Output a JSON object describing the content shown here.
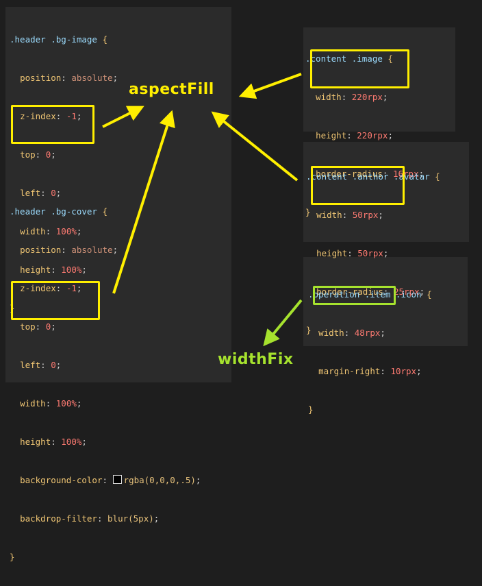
{
  "labels": {
    "aspect_fill": "aspectFill",
    "width_fix": "widthFix"
  },
  "colors": {
    "highlight_yellow": "#ffef00",
    "highlight_green": "#a6e22e"
  },
  "blocks": {
    "bg_image": {
      "selector": ".header .bg-image",
      "brace_open": "{",
      "brace_close": "}",
      "lines": [
        {
          "prop": "position",
          "value": "absolute"
        },
        {
          "prop": "z-index",
          "value": "-1"
        },
        {
          "prop": "top",
          "value": "0"
        },
        {
          "prop": "left",
          "value": "0"
        },
        {
          "prop": "width",
          "value": "100%"
        },
        {
          "prop": "height",
          "value": "100%"
        }
      ]
    },
    "bg_cover": {
      "selector": ".header .bg-cover",
      "brace_open": "{",
      "brace_close": "}",
      "lines": [
        {
          "prop": "position",
          "value": "absolute"
        },
        {
          "prop": "z-index",
          "value": "-1"
        },
        {
          "prop": "top",
          "value": "0"
        },
        {
          "prop": "left",
          "value": "0"
        },
        {
          "prop": "width",
          "value": "100%"
        },
        {
          "prop": "height",
          "value": "100%"
        },
        {
          "prop": "background-color",
          "value": "rgba(0,0,0,.5)"
        },
        {
          "prop": "backdrop-filter",
          "value": "blur(5px)"
        }
      ]
    },
    "content_image": {
      "selector": ".content .image",
      "brace_open": "{",
      "brace_close": "}",
      "lines": [
        {
          "prop": "width",
          "value": "220rpx"
        },
        {
          "prop": "height",
          "value": "220rpx"
        },
        {
          "prop": "border-radius",
          "value": "16rpx"
        }
      ]
    },
    "avatar": {
      "selector": ".content .anthor .avatar",
      "brace_open": "{",
      "brace_close": "}",
      "lines": [
        {
          "prop": "width",
          "value": "50rpx"
        },
        {
          "prop": "height",
          "value": "50rpx"
        },
        {
          "prop": "border-radius",
          "value": "25rpx"
        }
      ]
    },
    "icon": {
      "selector": ".operation .item .icon",
      "brace_open": "{",
      "brace_close": "}",
      "lines": [
        {
          "prop": "width",
          "value": "48rpx"
        },
        {
          "prop": "margin-right",
          "value": "10rpx"
        }
      ]
    }
  }
}
